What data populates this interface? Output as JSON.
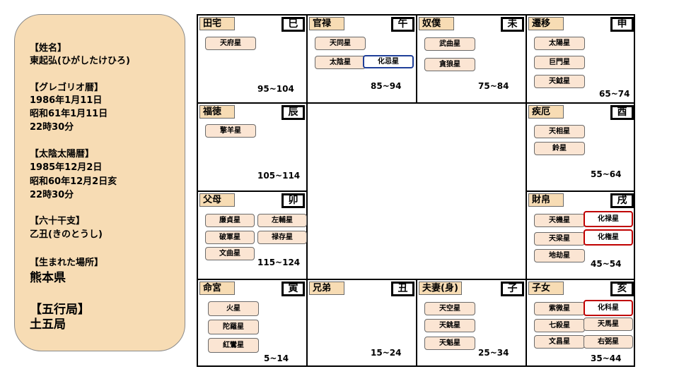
{
  "profile": {
    "name_label": "【姓名】",
    "name_value": "東起弘(ひがしたけひろ)",
    "gregorian_label": "【グレゴリオ暦】",
    "gregorian_date": "1986年1月11日",
    "japanese_date": "昭和61年1月11日",
    "gregorian_time": "22時30分",
    "lunisolar_label": "【太陰太陽暦】",
    "lunisolar_date": "1985年12月2日",
    "lunisolar_japanese": "昭和60年12月2日亥",
    "lunisolar_time": "22時30分",
    "sexagenary_label": "【六十干支】",
    "sexagenary_value": "乙丑(きのとうし)",
    "birthplace_label": "【生まれた場所】",
    "birthplace_value": "熊本県",
    "five_elements_label": "【五行局】",
    "five_elements_value": "土五局"
  },
  "palaces": {
    "denta": {
      "name": "田宅",
      "branch": "巳",
      "age": "95~104",
      "stars": [
        "天府星"
      ]
    },
    "kanroku": {
      "name": "官禄",
      "branch": "午",
      "age": "85~94",
      "stars": [
        "天同星",
        "太陰星"
      ],
      "transform": [
        "化忌星"
      ]
    },
    "doboku": {
      "name": "奴僕",
      "branch": "未",
      "age": "75~84",
      "stars": [
        "武曲星",
        "貪狼星"
      ]
    },
    "seni": {
      "name": "遷移",
      "branch": "申",
      "age": "65~74",
      "stars": [
        "太陽星",
        "巨門星",
        "天鉞星"
      ]
    },
    "fukutoku": {
      "name": "福徳",
      "branch": "辰",
      "age": "105~114",
      "stars": [
        "擎羊星"
      ]
    },
    "shitsuyaku": {
      "name": "疾厄",
      "branch": "酉",
      "age": "55~64",
      "stars": [
        "天相星",
        "鈴星"
      ]
    },
    "fubo": {
      "name": "父母",
      "branch": "卯",
      "age": "115~124",
      "stars": [
        "廉貞星",
        "左輔星",
        "破軍星",
        "禄存星",
        "文曲星"
      ]
    },
    "zaihaku": {
      "name": "財帛",
      "branch": "戌",
      "age": "45~54",
      "stars": [
        "天機星",
        "天梁星",
        "地劫星"
      ],
      "transforms": [
        "化禄星",
        "化権星"
      ]
    },
    "meikyu": {
      "name": "命宮",
      "branch": "寅",
      "age": "5~14",
      "stars": [
        "火星",
        "陀羅星",
        "紅鸞星"
      ]
    },
    "keitei": {
      "name": "兄弟",
      "branch": "丑",
      "age": "15~24",
      "stars": []
    },
    "fusai": {
      "name": "夫妻(身)",
      "branch": "子",
      "age": "25~34",
      "stars": [
        "天空星",
        "天銚星",
        "天魁星"
      ]
    },
    "shijo": {
      "name": "子女",
      "branch": "亥",
      "age": "35~44",
      "stars": [
        "紫微星",
        "化科星",
        "七殺星",
        "天馬星",
        "文昌星",
        "右弼星"
      ]
    }
  },
  "colors": {
    "panel_fill": "#f7dcb4",
    "star_fill": "#fbe5d3",
    "red_transform_border": "#c00000",
    "blue_transform_border": "#1f3f99"
  }
}
